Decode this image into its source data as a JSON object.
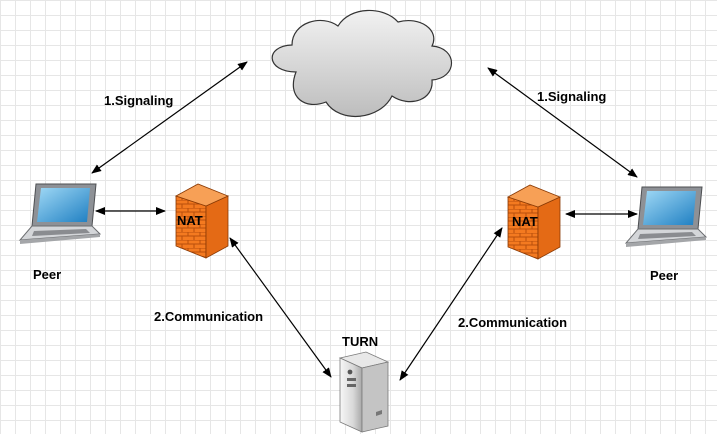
{
  "labels": {
    "signaling_left": "1.Signaling",
    "signaling_right": "1.Signaling",
    "peer_left": "Peer",
    "peer_right": "Peer",
    "nat_left": "NAT",
    "nat_right": "NAT",
    "communication_left": "2.Communication",
    "communication_right": "2.Communication",
    "turn": "TURN"
  },
  "colors": {
    "firewall": "#f47a20",
    "cloud": "#d9d9d9",
    "screen": "#3a9ad9"
  },
  "icons": {
    "cloud": "cloud-icon",
    "laptop": "laptop-icon",
    "firewall": "firewall-icon",
    "server": "server-icon"
  }
}
